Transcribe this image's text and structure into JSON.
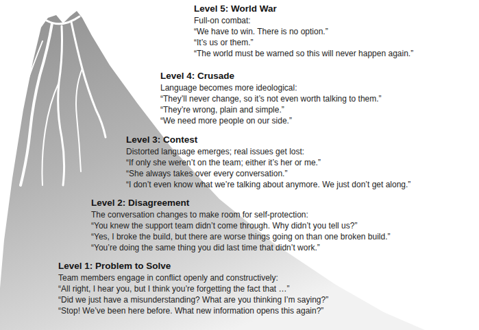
{
  "diagram": {
    "labels": [
      "Level 5: World War",
      "Full-on combat:",
      "“We have to win. There is no option.”",
      "“It’s us or them.”",
      "“The world must be warned so this will never happen again.”",
      "Level 4: Crusade",
      "Language becomes more ideological:",
      "“They’ll never change, so it’s not even worth talking to them.”",
      "“They’re wrong, plain and simple.”",
      "“We need more people on our side.”",
      "Level 3: Contest",
      "Distorted language emerges; real issues get lost:",
      "“If only she weren’t on the team; either it’s her or me.”",
      "“She always takes over every conversation.”",
      "“I don’t even know what we’re talking about anymore. We just don’t get along.”",
      "Level 2: Disagreement",
      "The conversation changes to make room for self-protection:",
      "“You knew the support team didn’t come through. Why didn’t you tell us?”",
      "“Yes, I broke the build, but there are worse things going on than one broken build.”",
      "“You’re doing the same thing you did last time that didn’t work.”",
      "Level 1: Problem to Solve",
      "Team members engage in conflict openly and constructively:",
      "“All right, I hear you, but I think you’re forgetting the fact that …”",
      "“Did we just have a misunderstanding? What are you thinking I’m saying?”",
      "“Stop! We’ve been here before. What new information opens this again?”"
    ]
  }
}
